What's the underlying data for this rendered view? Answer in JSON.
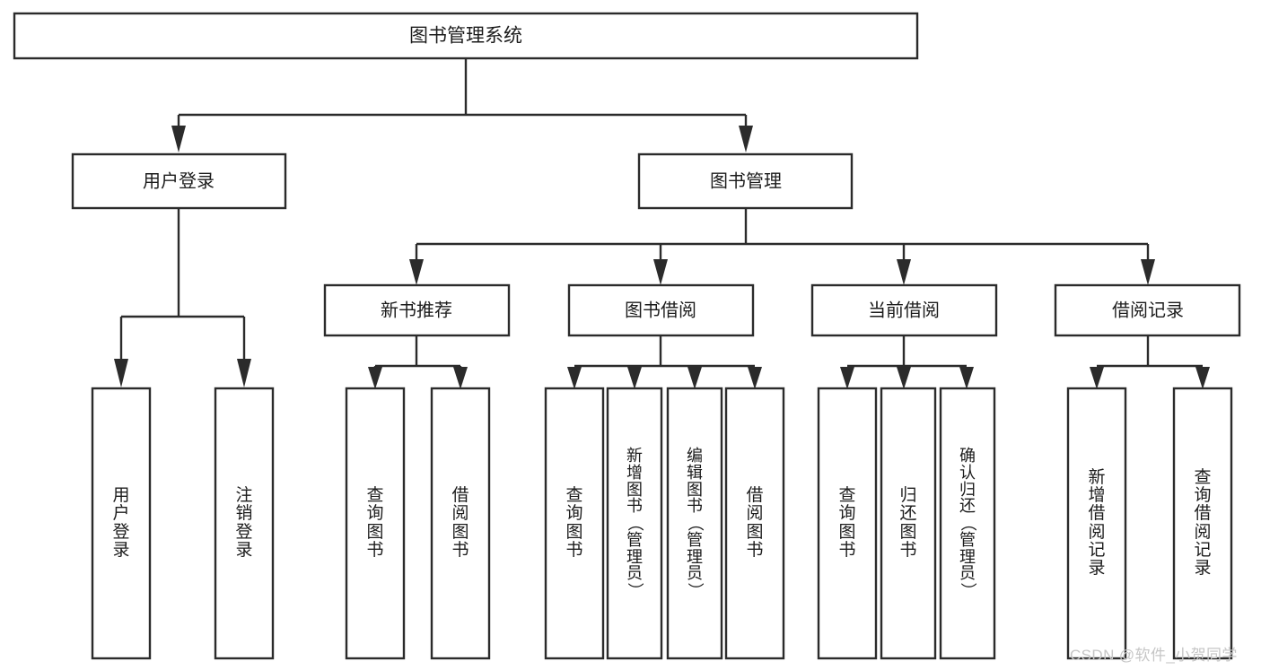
{
  "diagram": {
    "title": "图书管理系统",
    "watermark": "CSDN @软件_小贺同学",
    "colors": {
      "box_stroke": "#2b2b2b",
      "box_fill": "#ffffff",
      "text": "#1c1c1c",
      "background": "#ffffff",
      "watermark": "#c6c6c6"
    },
    "root": {
      "label": "图书管理系统"
    },
    "level1": [
      {
        "label": "用户登录"
      },
      {
        "label": "图书管理"
      }
    ],
    "level2": [
      {
        "label": "新书推荐"
      },
      {
        "label": "图书借阅"
      },
      {
        "label": "当前借阅"
      },
      {
        "label": "借阅记录"
      }
    ],
    "leaves": {
      "user_login": [
        {
          "label": "用户登录"
        },
        {
          "label": "注销登录"
        }
      ],
      "new_book_recommend": [
        {
          "label": "查询图书"
        },
        {
          "label": "借阅图书"
        }
      ],
      "book_borrow": [
        {
          "label": "查询图书"
        },
        {
          "label": "新增图书（管理员）"
        },
        {
          "label": "编辑图书（管理员）"
        },
        {
          "label": "借阅图书"
        }
      ],
      "current_borrow": [
        {
          "label": "查询图书"
        },
        {
          "label": "归还图书"
        },
        {
          "label": "确认归还（管理员）"
        }
      ],
      "borrow_record": [
        {
          "label": "新增借阅记录"
        },
        {
          "label": "查询借阅记录"
        }
      ]
    }
  }
}
